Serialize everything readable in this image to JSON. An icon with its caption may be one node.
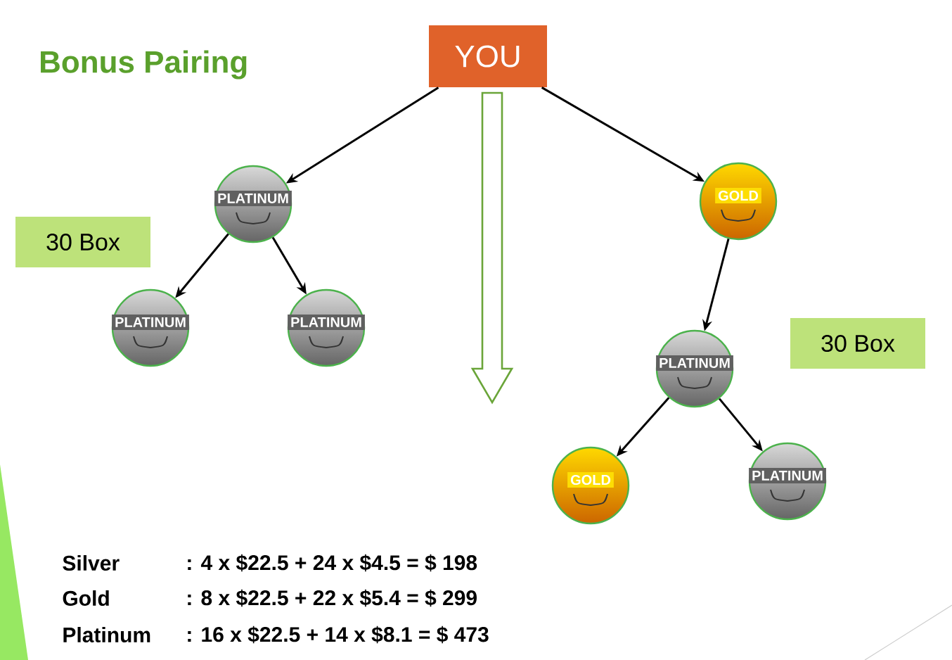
{
  "diagram": {
    "title": "Bonus Pairing",
    "nodes": [
      {
        "text": [
          "YOU"
        ]
      },
      {
        "text": [
          "PLATINUM"
        ]
      },
      {
        "text": [
          "PLATINUM"
        ]
      },
      {
        "text": [
          "PLATINUM"
        ]
      },
      {
        "text": [
          "GOLD"
        ]
      },
      {
        "text": [
          "PLATINUM"
        ]
      },
      {
        "text": [
          "GOLD"
        ]
      },
      {
        "text": [
          "PLATINUM"
        ]
      },
      {
        "text": [
          "30 Box"
        ]
      },
      {
        "text": [
          "30 Box"
        ]
      }
    ],
    "edges": [
      {
        "from": 0,
        "to": 1,
        "arrow": "to"
      },
      {
        "from": 0,
        "to": 4,
        "arrow": "to"
      },
      {
        "from": 1,
        "to": 2,
        "arrow": "to"
      },
      {
        "from": 1,
        "to": 3,
        "arrow": "to"
      },
      {
        "from": 4,
        "to": 5,
        "arrow": "to"
      },
      {
        "from": 5,
        "to": 6,
        "arrow": "to"
      },
      {
        "from": 5,
        "to": 7,
        "arrow": "to"
      }
    ],
    "labels": [
      "Silver",
      ": 4 x $22.5 + 24 x $4.5 = $ 198",
      "Gold",
      ": 8 x $22.5 + 22 x $5.4 = $ 299",
      "Platinum",
      ": 16 x $22.5 + 14 x $8.1 = $ 473"
    ]
  }
}
